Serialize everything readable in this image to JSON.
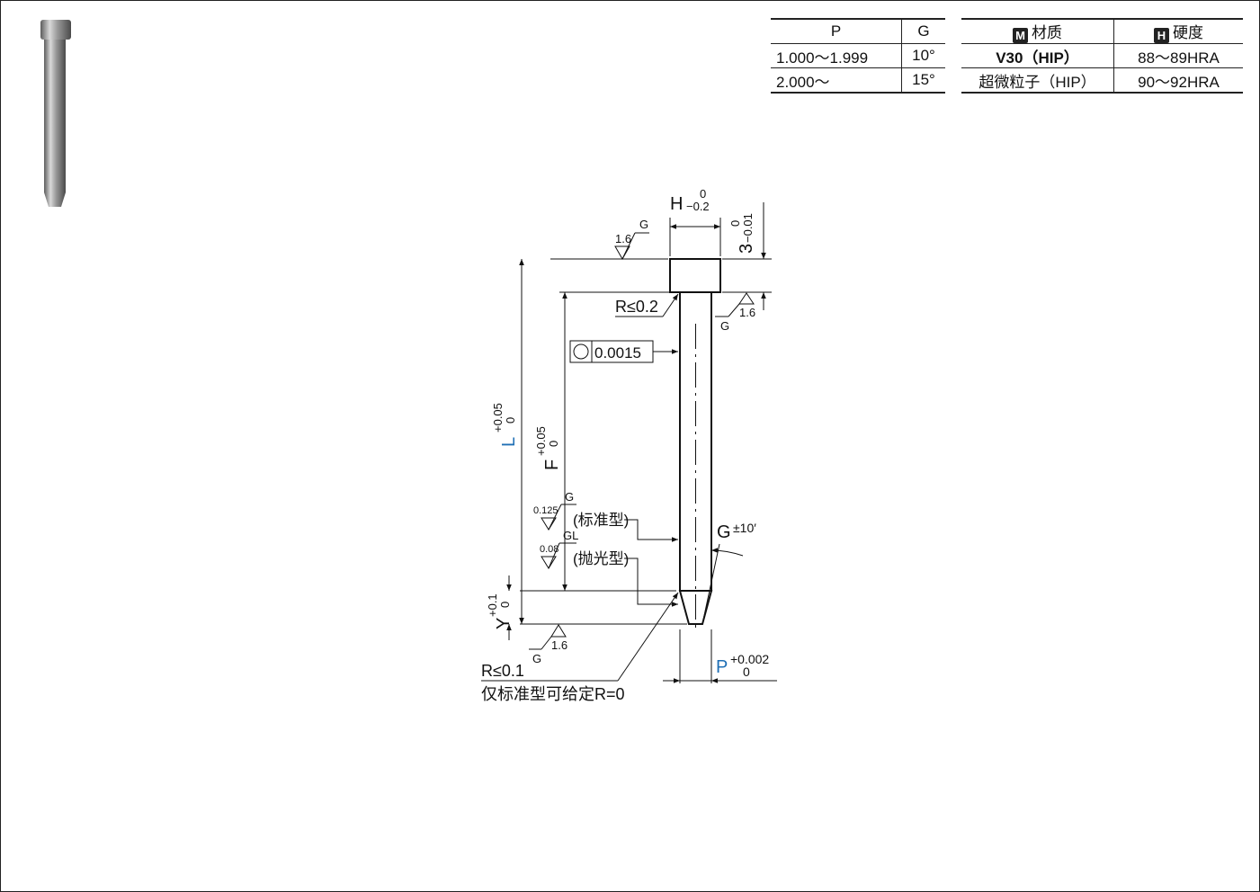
{
  "pg_table": {
    "headers": [
      "P",
      "G"
    ],
    "rows": [
      [
        "1.000～1.999",
        "10°"
      ],
      [
        "2.000～",
        "15°"
      ]
    ]
  },
  "mat_table": {
    "headers": [
      {
        "badge": "M",
        "label": "材质"
      },
      {
        "badge": "H",
        "label": "硬度"
      }
    ],
    "rows": [
      [
        "V30（HIP）",
        "88～89HRA"
      ],
      [
        "超微粒子（HIP）",
        "90～92HRA"
      ]
    ]
  },
  "drawing": {
    "h_dim": "H",
    "h_tol_upper": "0",
    "h_tol_lower": "−0.2",
    "head_thk": "3",
    "head_thk_upper": "0",
    "head_thk_lower": "−0.01",
    "rough_top_value": "1.6",
    "rough_top_mark": "G",
    "rough_right_value": "1.6",
    "rough_right_mark": "G",
    "r_head": "R≤0.2",
    "circularity_value": "0.0015",
    "l_dim": "L",
    "l_tol_upper": "+0.05",
    "l_tol_lower": "0",
    "f_dim": "F",
    "f_tol_upper": "+0.05",
    "f_tol_lower": "0",
    "rough_std_value": "0.125",
    "rough_std_mark": "G",
    "std_type": "(标准型)",
    "rough_pol_value": "0.08",
    "rough_pol_mark": "GL",
    "pol_type": "(抛光型)",
    "g_angle": "G",
    "g_angle_tol": "±10′",
    "y_dim": "Y",
    "y_tol_upper": "+0.1",
    "y_tol_lower": "0",
    "rough_tip_value": "1.6",
    "rough_tip_mark": "G",
    "r_tip": "R≤0.1",
    "r_tip_note": "仅标准型可给定R=0",
    "p_dim": "P",
    "p_tol_upper": "+0.002",
    "p_tol_lower": "0"
  },
  "colors": {
    "accent_blue": "#1f6fb5"
  }
}
